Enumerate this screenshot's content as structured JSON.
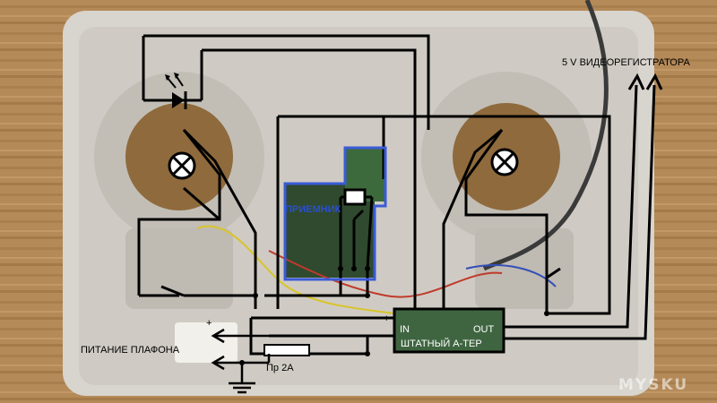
{
  "labels": {
    "video_recorder": "5 V ВИДЕОРЕГИСТРАТОРА",
    "receiver": "ПРИЕМНИК",
    "converter": "ШТАТНЫЙ А-ТЕР",
    "conv_in": "IN",
    "conv_out": "OUT",
    "power": "ПИТАНИЕ ПЛАФОНА",
    "fuse": "Пр 2А",
    "plus_left": "+",
    "plus_conv": "+"
  },
  "watermark": "MYSKU"
}
